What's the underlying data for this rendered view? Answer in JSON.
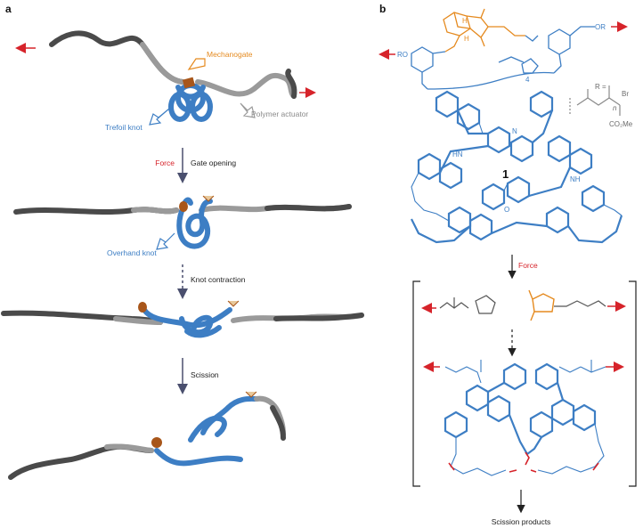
{
  "panel_a": {
    "letter": "a",
    "labels": {
      "mechanogate": "Mechanogate",
      "trefoil_knot": "Trefoil knot",
      "polymer_actuator": "Polymer actuator",
      "overhand_knot": "Overhand knot"
    },
    "steps": {
      "force": "Force",
      "gate_opening": "Gate opening",
      "knot_contraction": "Knot contraction",
      "scission": "Scission"
    }
  },
  "panel_b": {
    "letter": "b",
    "compound_number": "1",
    "force": "Force",
    "products": "Scission products",
    "chem_labels": {
      "ro_left": "RO",
      "ro_right": "OR",
      "r_eq": "R =",
      "br": "Br",
      "n": "n",
      "co2me": "CO₂Me",
      "subscript_4": "4",
      "h_top": "H",
      "h_bottom": "H",
      "nh": "NH",
      "n_atom": "N",
      "o_atom": "O",
      "hn": "HN"
    }
  },
  "colors": {
    "blue": "#3d7ec4",
    "orange": "#e58a1f",
    "red": "#d6232a",
    "dark_grey": "#4a4a4a",
    "light_grey": "#9a9a9a",
    "arrow": "#4a4f6e"
  }
}
